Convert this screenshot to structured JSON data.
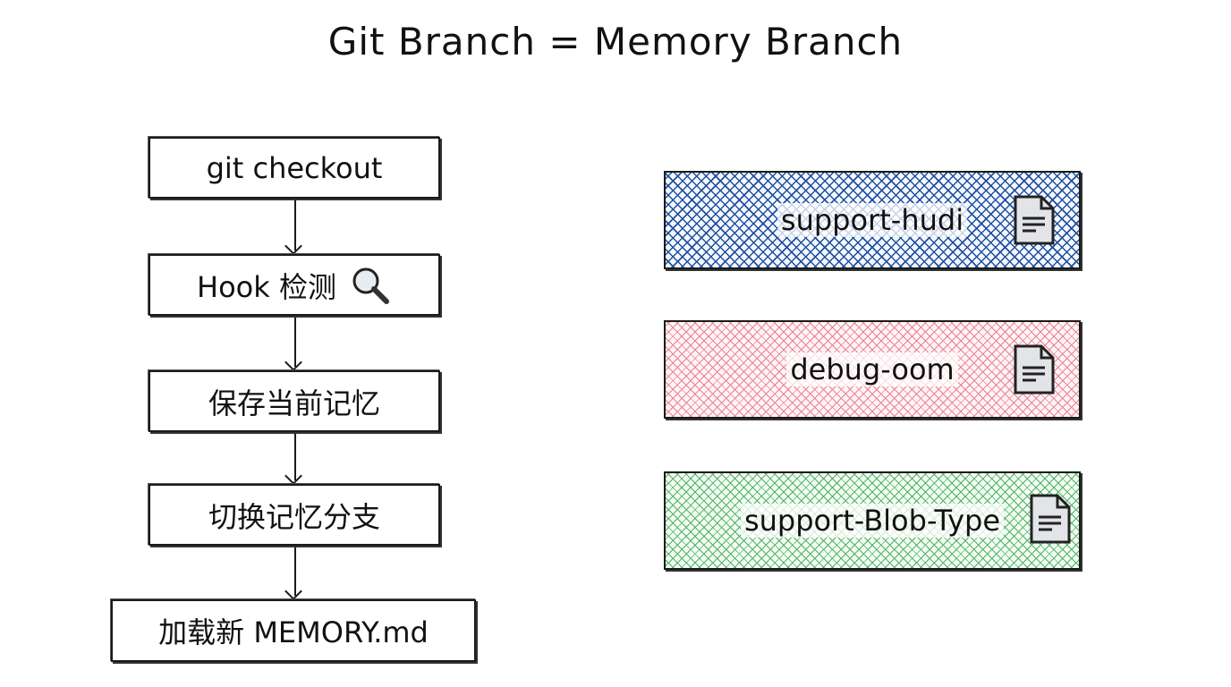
{
  "title": "Git Branch = Memory Branch",
  "flow": [
    {
      "label": "git checkout"
    },
    {
      "label": "Hook 检测",
      "icon": "magnifier-icon"
    },
    {
      "label": "保存当前记忆"
    },
    {
      "label": "切换记忆分支"
    },
    {
      "label": "加载新 MEMORY.md"
    }
  ],
  "branches": [
    {
      "label": "support-hudi",
      "color": "#1e4fa0",
      "icon": "document-icon"
    },
    {
      "label": "debug-oom",
      "color": "#e06070",
      "icon": "document-icon"
    },
    {
      "label": "support-Blob-Type",
      "color": "#2f9e44",
      "icon": "document-icon"
    }
  ]
}
